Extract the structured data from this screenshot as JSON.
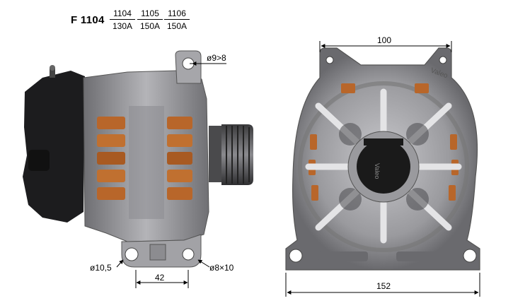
{
  "header": {
    "model": "F 1104",
    "variants": [
      {
        "number": "1104",
        "current": "130A"
      },
      {
        "number": "1105",
        "current": "150A"
      },
      {
        "number": "1106",
        "current": "150A"
      }
    ]
  },
  "side_view": {
    "top_hole": "ø9>8",
    "left_hole": "ø10,5",
    "right_hole": "ø8×10",
    "hole_spacing": "42"
  },
  "front_view": {
    "ear_spacing": "100",
    "overall_width": "152",
    "brand_housing": "Valeo",
    "brand_hub": "Valeo"
  },
  "colors": {
    "housing": "#9c9ca0",
    "housing_dark": "#5a5a5e",
    "copper": "#b8662a",
    "black_part": "#1a1a1a"
  }
}
